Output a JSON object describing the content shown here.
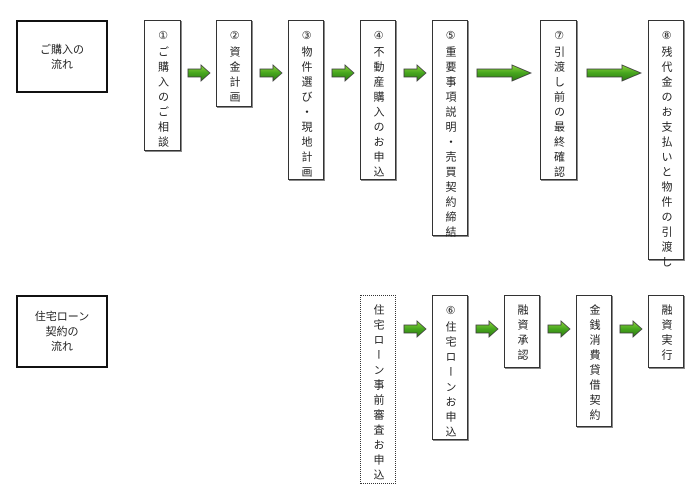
{
  "colors": {
    "arrow_dark": "#2f7d12",
    "arrow_light": "#a6e24a",
    "arrow_outline": "#3d3d3d",
    "border": "#333333"
  },
  "purchase": {
    "title_lines": [
      "ご購入の",
      "流れ"
    ],
    "steps": [
      {
        "label": "①ご購入のご相談"
      },
      {
        "label": "②資金計画"
      },
      {
        "label": "③物件選び・現地計画"
      },
      {
        "label": "④不動産購入のお申込"
      },
      {
        "label": "⑤重要事項説明・売買契約締結"
      },
      {
        "label": "⑦引渡し前の最終確認"
      },
      {
        "label": "⑧残代金のお支払いと物件の引渡し"
      }
    ]
  },
  "loan": {
    "title_lines": [
      "住宅ローン",
      "契約の",
      "流れ"
    ],
    "steps": [
      {
        "label": "住宅ローン事前審査お申込",
        "style": "dotted"
      },
      {
        "label": "⑥住宅ローンお申込"
      },
      {
        "label": "融資承認"
      },
      {
        "label": "金銭消費貸借契約"
      },
      {
        "label": "融資実行"
      }
    ]
  },
  "icons": {
    "arrow": "right-arrow-icon"
  }
}
